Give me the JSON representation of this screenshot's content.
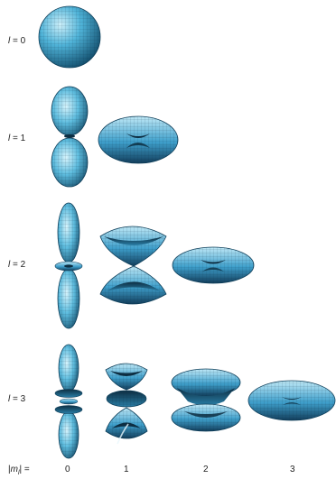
{
  "rows": [
    {
      "l_symbol": "l",
      "eq": " = ",
      "value": "0"
    },
    {
      "l_symbol": "l",
      "eq": " = ",
      "value": "1"
    },
    {
      "l_symbol": "l",
      "eq": " = ",
      "value": "2"
    },
    {
      "l_symbol": "l",
      "eq": " = ",
      "value": "3"
    }
  ],
  "axis": {
    "bar_open": "|",
    "m_symbol": "m",
    "subscript": "l",
    "bar_close": "| = ",
    "ticks": [
      "0",
      "1",
      "2",
      "3"
    ]
  },
  "colors": {
    "surface_light": "#cdeff9",
    "surface_mid": "#4fb3d8",
    "surface_dark": "#13506f",
    "mesh": "#0d2e42"
  }
}
